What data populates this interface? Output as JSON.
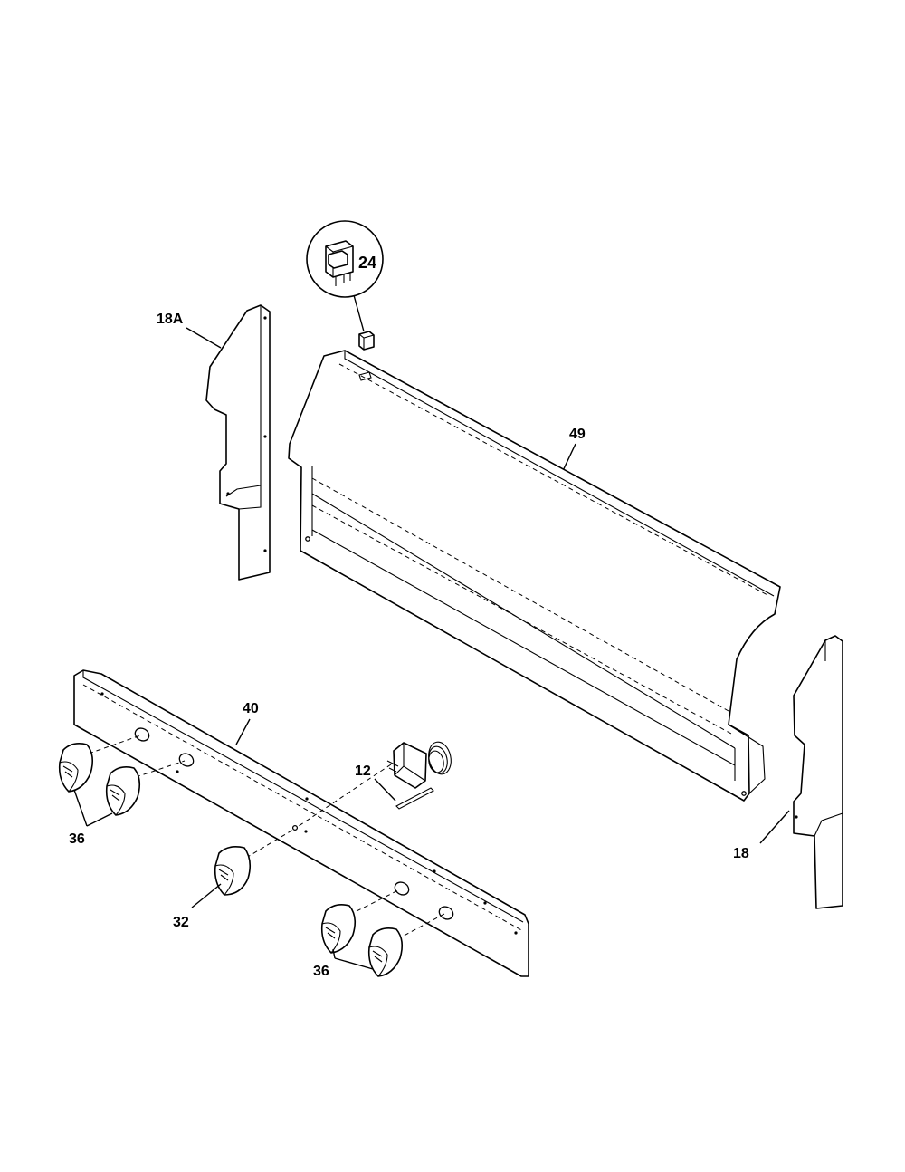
{
  "labels": {
    "part_24": "24",
    "part_18a": "18A",
    "part_49": "49",
    "part_40": "40",
    "part_12": "12",
    "part_18": "18",
    "part_36_left": "36",
    "part_32": "32",
    "part_36_right": "36"
  }
}
